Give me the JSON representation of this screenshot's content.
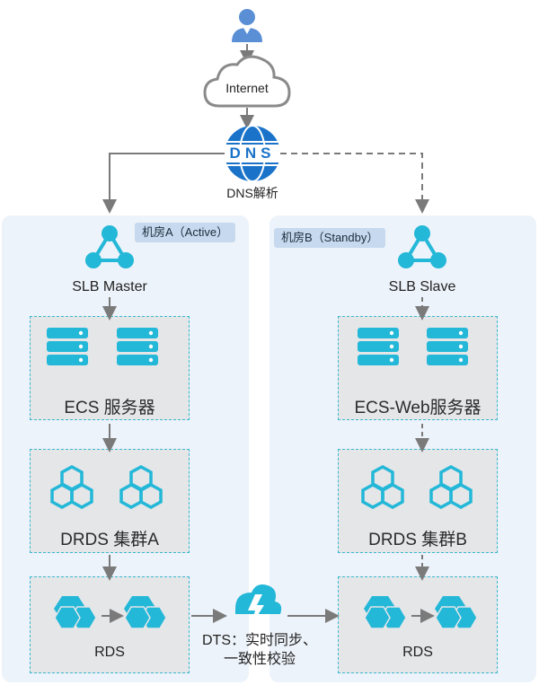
{
  "top": {
    "internet_label": "Internet",
    "dns_text": "DNS",
    "dns_caption": "DNS解析"
  },
  "room_a": {
    "tag": "机房A（Active）",
    "slb_label": "SLB Master",
    "ecs_label": "ECS 服务器",
    "drds_label": "DRDS 集群A",
    "rds_label": "RDS"
  },
  "room_b": {
    "tag": "机房B（Standby）",
    "slb_label": "SLB Slave",
    "ecs_label": "ECS-Web服务器",
    "drds_label": "DRDS 集群B",
    "rds_label": "RDS"
  },
  "dts": {
    "line1": "DTS：实时同步、",
    "line2": "一致性校验"
  },
  "colors": {
    "accent": "#23b7d8",
    "dns_blue": "#1a73c9",
    "arrow_gray": "#7a7a7a",
    "room_bg": "#edf3fa",
    "box_bg": "#e4e6e8"
  },
  "icons": [
    "user-icon",
    "cloud-icon",
    "dns-globe-icon",
    "slb-icon",
    "server-icon",
    "drds-hexagon-icon",
    "rds-icon",
    "dts-icon"
  ]
}
